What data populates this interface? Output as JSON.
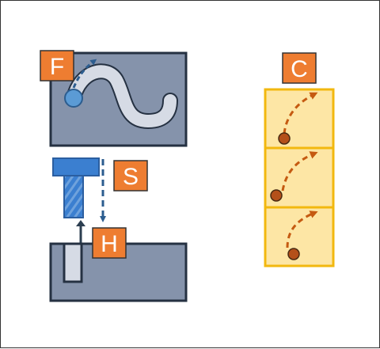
{
  "labels": {
    "f": "F",
    "s": "S",
    "h": "H",
    "c": "C"
  },
  "colors": {
    "plate_fill": "#8593ab",
    "plate_stroke": "#253142",
    "slot_fill": "#d6dbe5",
    "label_fill": "#ee7d31",
    "screw_fill": "#3b7fd0",
    "screw_dark": "#2b5ea0",
    "arrow_blue": "#2c5d8f",
    "frame_fill": "#fde6a5",
    "frame_stroke": "#f2b80f",
    "trail_orange": "#c55a11",
    "ball_fill": "#b4501a",
    "ball_blue": "#5b9bd5"
  }
}
